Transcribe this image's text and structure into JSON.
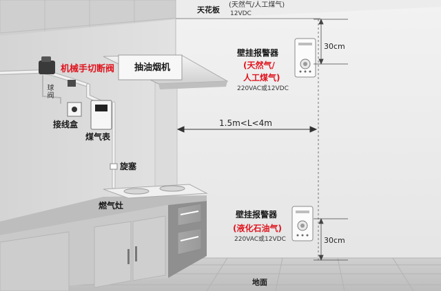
{
  "labels": {
    "ceiling": "天花板",
    "ceiling_gas_type": "(天然气/人工煤气)",
    "ceiling_voltage": "12VDC",
    "top_detector_title": "壁挂报警器",
    "top_detector_gas_line1": "(天然气/",
    "top_detector_gas_line2": "人工煤气)",
    "top_detector_voltage": "220VAC或12VDC",
    "top_distance": "30cm",
    "range": "1.5m<L<4m",
    "bottom_detector_title": "壁挂报警器",
    "bottom_detector_gas": "(液化石油气)",
    "bottom_detector_voltage": "220VAC或12VDC",
    "bottom_distance": "30cm",
    "floor": "地面",
    "range_hood": "抽油烟机",
    "valve": "机械手切断阀",
    "ball_valve": "球阀",
    "junction_box": "接线盒",
    "gas_meter": "煤气表",
    "plug_valve": "旋塞",
    "gas_stove": "燃气灶"
  },
  "colors": {
    "wall": "#e6e6e6",
    "floor": "#c9c9c9",
    "accent_red": "#e0141e",
    "text_dark": "#1a1a1a"
  }
}
